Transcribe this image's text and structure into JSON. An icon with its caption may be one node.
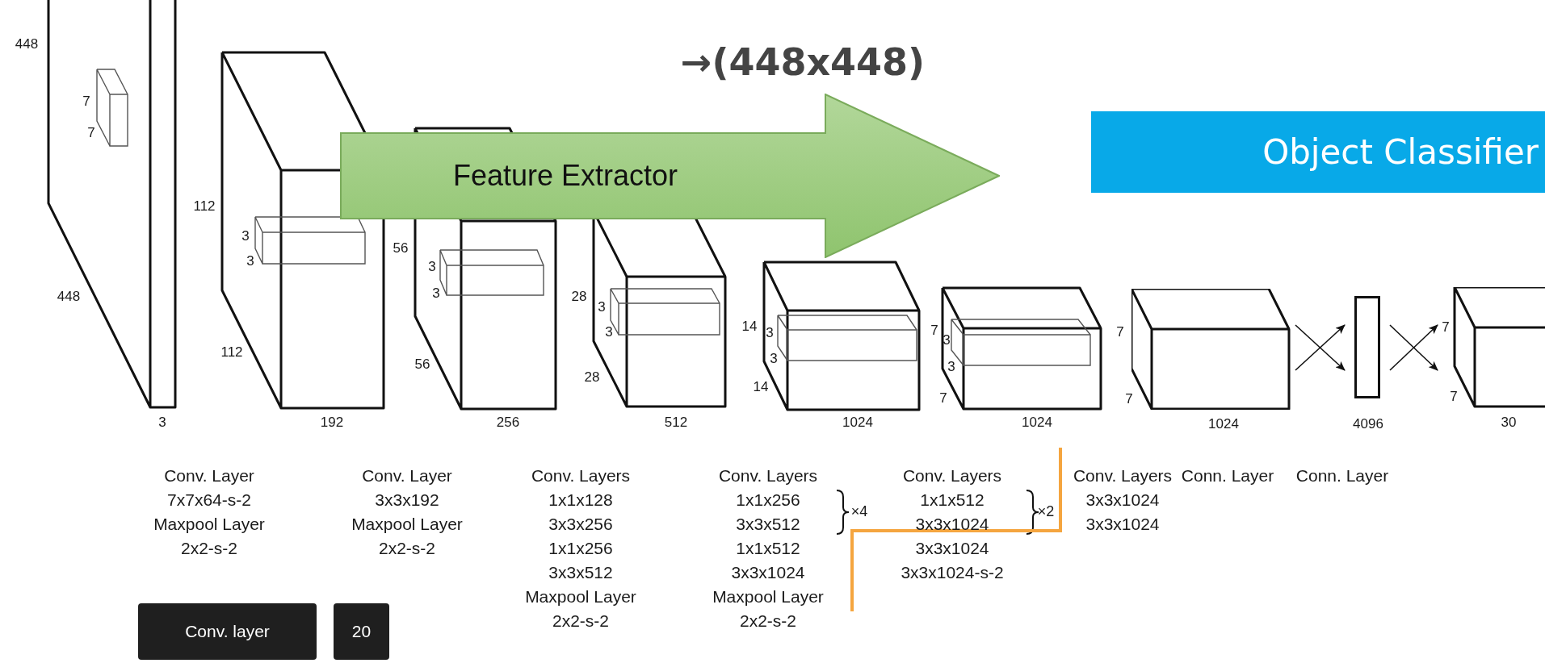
{
  "diagram": {
    "nodes": [
      {
        "text": [
          "Feature Extractor"
        ]
      },
      {
        "text": [
          "Object Classifier"
        ]
      },
      {
        "text": [],
        "shape": "box"
      },
      {
        "text": [],
        "shape": "bar"
      },
      {
        "text": [],
        "shape": "box"
      },
      {
        "text": [
          "Conv. layer"
        ]
      },
      {
        "text": [
          "20"
        ]
      }
    ],
    "edges": [
      {
        "from": 2,
        "to": 3,
        "arrow": "to"
      },
      {
        "from": 2,
        "to": 3,
        "arrow": "to"
      },
      {
        "from": 3,
        "to": 4,
        "arrow": "to"
      },
      {
        "from": 3,
        "to": 4,
        "arrow": "to"
      }
    ],
    "labels": [
      "448",
      "→(448x448)",
      "7",
      "7",
      "112",
      "3",
      "56",
      "3",
      "3",
      "448",
      "3",
      "28",
      "3",
      "3",
      "14",
      "3",
      "7",
      "7",
      "7",
      "3",
      "112",
      "56",
      "3",
      "3",
      "28",
      "14",
      "7",
      "7",
      "7",
      "3",
      "192",
      "256",
      "512",
      "1024",
      "1024",
      "1024",
      "4096",
      "30",
      "Conv. Layer",
      "7x7x64-s-2",
      "Maxpool Layer",
      "2x2-s-2",
      "Conv. Layer",
      "3x3x192",
      "Maxpool Layer",
      "2x2-s-2",
      "Conv. Layers",
      "1x1x128",
      "3x3x256",
      "1x1x256",
      "3x3x512",
      "Maxpool Layer",
      "2x2-s-2",
      "Conv. Layers",
      "1x1x256",
      "3x3x512",
      "×4",
      "1x1x512",
      "3x3x1024",
      "Maxpool Layer",
      "2x2-s-2",
      "Conv. Layers",
      "1x1x512",
      "3x3x1024",
      "×2",
      "3x3x1024",
      "3x3x1024-s-2",
      "Conv. Layers",
      "3x3x1024",
      "3x3x1024",
      "Conn. Layer",
      "Conn. Layer"
    ]
  }
}
